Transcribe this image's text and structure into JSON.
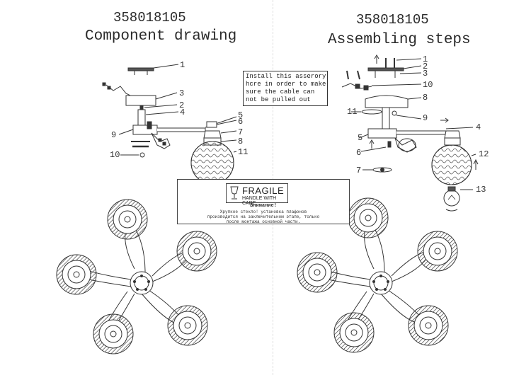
{
  "left": {
    "code": "358018105",
    "title": "Component drawing",
    "callouts": [
      "1",
      "3",
      "2",
      "4",
      "5",
      "6",
      "7",
      "8",
      "9",
      "10",
      "11"
    ]
  },
  "right": {
    "code": "358018105",
    "title": "Assembling steps",
    "callouts": [
      "1",
      "2",
      "3",
      "10",
      "8",
      "9",
      "11",
      "4",
      "5",
      "6",
      "7",
      "12",
      "13"
    ],
    "note_lines": [
      "Install this asserory",
      "hcre in order to make",
      "sure the cable can",
      "not be pulled out"
    ]
  },
  "warning": {
    "fragile": "FRAGILE",
    "handle": "HANDLE WITH CARE",
    "attention": "Внимание!",
    "lines": [
      "Хрупкое стекло! установка плафонов",
      "производится на заключительном этапе, только",
      "после монтажа основной части."
    ]
  }
}
